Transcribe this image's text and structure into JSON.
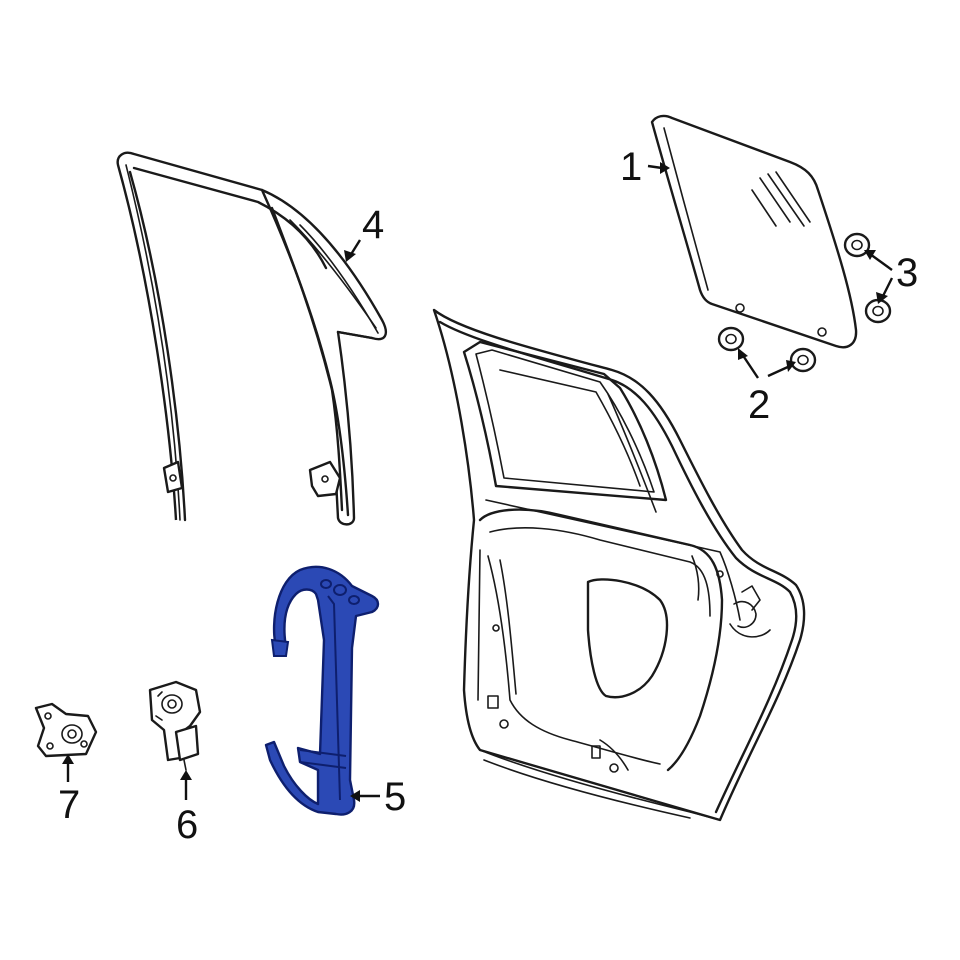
{
  "colors": {
    "line": "#1a1a1a",
    "highlight": "#2b49b5",
    "highlight_dark": "#0e1f6e",
    "background": "#ffffff"
  },
  "parts": [
    {
      "callout": "1",
      "name": "glass"
    },
    {
      "callout": "2",
      "name": "lower-grommets"
    },
    {
      "callout": "3",
      "name": "upper-grommets"
    },
    {
      "callout": "4",
      "name": "run-channel"
    },
    {
      "callout": "5",
      "name": "window-regulator",
      "highlighted": true
    },
    {
      "callout": "6",
      "name": "regulator-motor"
    },
    {
      "callout": "7",
      "name": "motor-bracket"
    }
  ]
}
